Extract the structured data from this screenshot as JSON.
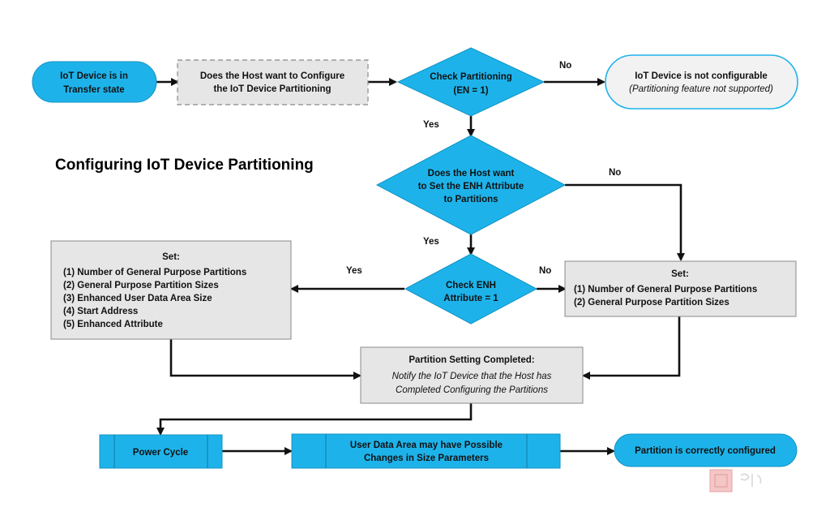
{
  "title": "Configuring IoT Device Partitioning",
  "nodes": {
    "start": {
      "lines": [
        "IoT Device is in",
        "Transfer state"
      ]
    },
    "host_configure": {
      "lines": [
        "Does the Host want to Configure",
        "the IoT Device Partitioning"
      ]
    },
    "check_partitioning": {
      "lines": [
        "Check Partitioning",
        "(EN = 1)"
      ]
    },
    "not_configurable": {
      "line1": "IoT Device is not configurable",
      "line2": "(Partitioning feature not supported)"
    },
    "set_enh_decision": {
      "lines": [
        "Does the Host want",
        "to Set the ENH Attribute",
        "to  Partitions"
      ]
    },
    "check_enh": {
      "lines": [
        "Check ENH",
        "Attribute = 1"
      ]
    },
    "set_full": {
      "heading": "Set:",
      "items": [
        "(1) Number of General Purpose Partitions",
        "(2) General Purpose Partition Sizes",
        "(3) Enhanced User Data Area Size",
        "(4) Start Address",
        "(5) Enhanced Attribute"
      ]
    },
    "set_basic": {
      "heading": "Set:",
      "items": [
        "(1) Number of General Purpose Partitions",
        "(2) General Purpose Partition Sizes"
      ]
    },
    "completed": {
      "heading": "Partition Setting Completed:",
      "notes": [
        "Notify the IoT Device that the Host has",
        "Completed Configuring the Partitions"
      ]
    },
    "power_cycle": {
      "lines": [
        "Power Cycle"
      ]
    },
    "user_data": {
      "lines": [
        "User Data Area may have Possible",
        "Changes in Size Parameters"
      ]
    },
    "end": {
      "lines": [
        "Partition is correctly configured"
      ]
    }
  },
  "edge_labels": {
    "check_no": "No",
    "check_yes": "Yes",
    "enh_decision_no": "No",
    "enh_decision_yes": "Yes",
    "check_enh_yes": "Yes",
    "check_enh_no": "No"
  },
  "colors": {
    "cyan": "#1db3ea",
    "gray_box": "#e6e6e6",
    "light_box": "#f2f2f2",
    "stroke": "#222222",
    "box_border": "#8a8a8a"
  }
}
